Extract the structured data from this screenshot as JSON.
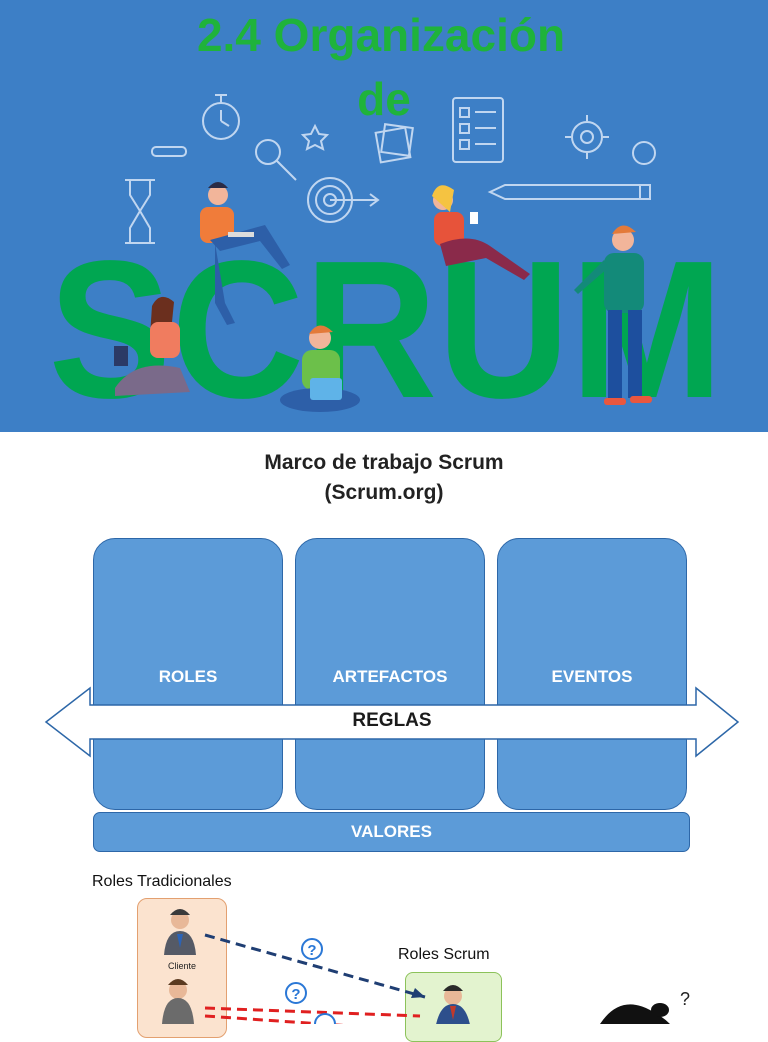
{
  "hero": {
    "title_line1": "2.4 Organización",
    "title_line2": "de",
    "big_word": "SCRUM",
    "colors": {
      "background": "#3d7fc6",
      "accent_green": "#1fb33b",
      "word_green": "#00a651"
    }
  },
  "framework": {
    "title_line1": "Marco de trabajo Scrum",
    "title_line2": "(Scrum.org)",
    "columns": [
      {
        "label": "ROLES"
      },
      {
        "label": "ARTEFACTOS"
      },
      {
        "label": "EVENTOS"
      }
    ],
    "rules_label": "REGLAS",
    "values_label": "VALORES",
    "colors": {
      "box_fill": "#5c9bd8",
      "box_border": "#2d67a8"
    }
  },
  "roles": {
    "traditional_title": "Roles Tradicionales",
    "client_label": "Cliente",
    "scrum_title": "Roles Scrum",
    "question_mark": "?"
  }
}
